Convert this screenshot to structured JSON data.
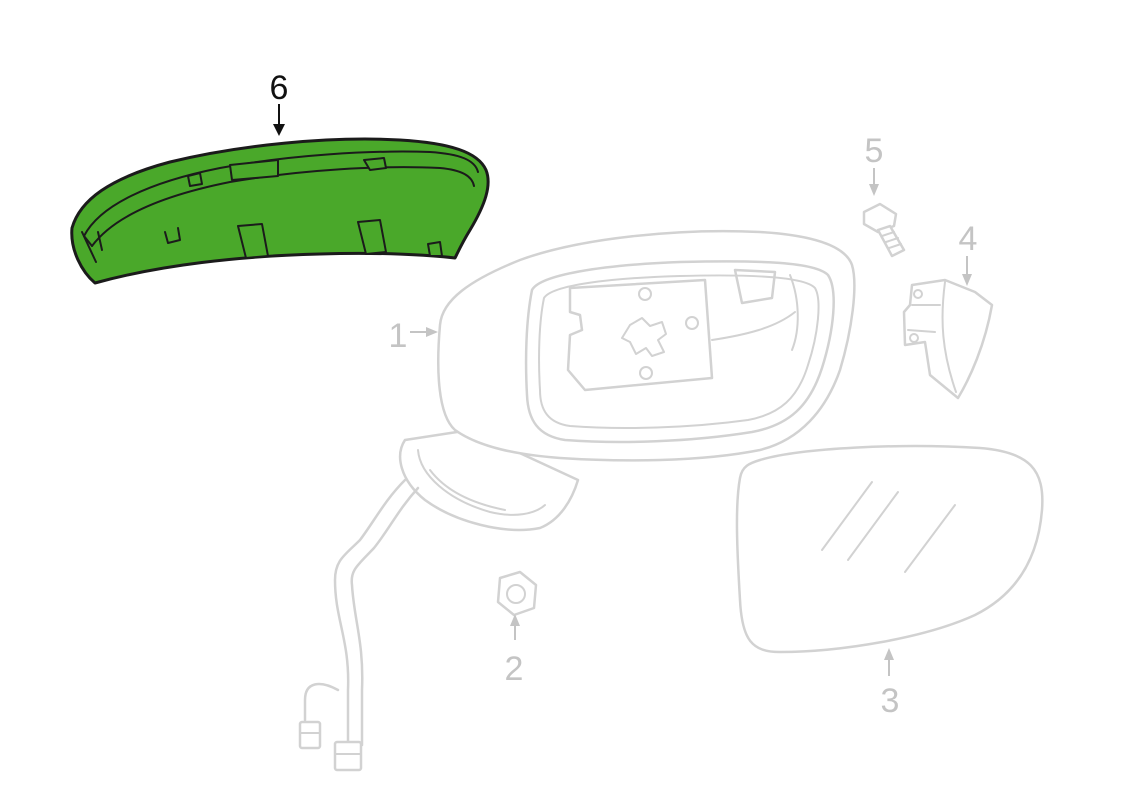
{
  "callouts": [
    {
      "id": "part-1",
      "label": "1",
      "highlighted": false
    },
    {
      "id": "part-2",
      "label": "2",
      "highlighted": false
    },
    {
      "id": "part-3",
      "label": "3",
      "highlighted": false
    },
    {
      "id": "part-4",
      "label": "4",
      "highlighted": false
    },
    {
      "id": "part-5",
      "label": "5",
      "highlighted": false
    },
    {
      "id": "part-6",
      "label": "6",
      "highlighted": true
    }
  ],
  "colors": {
    "highlight_fill": "#4aa82a",
    "highlight_stroke": "#1b1b1b",
    "ghost_stroke": "#d2d2d2",
    "dim_label": "#c4c4c4",
    "active_label": "#111111",
    "background": "#ffffff"
  }
}
